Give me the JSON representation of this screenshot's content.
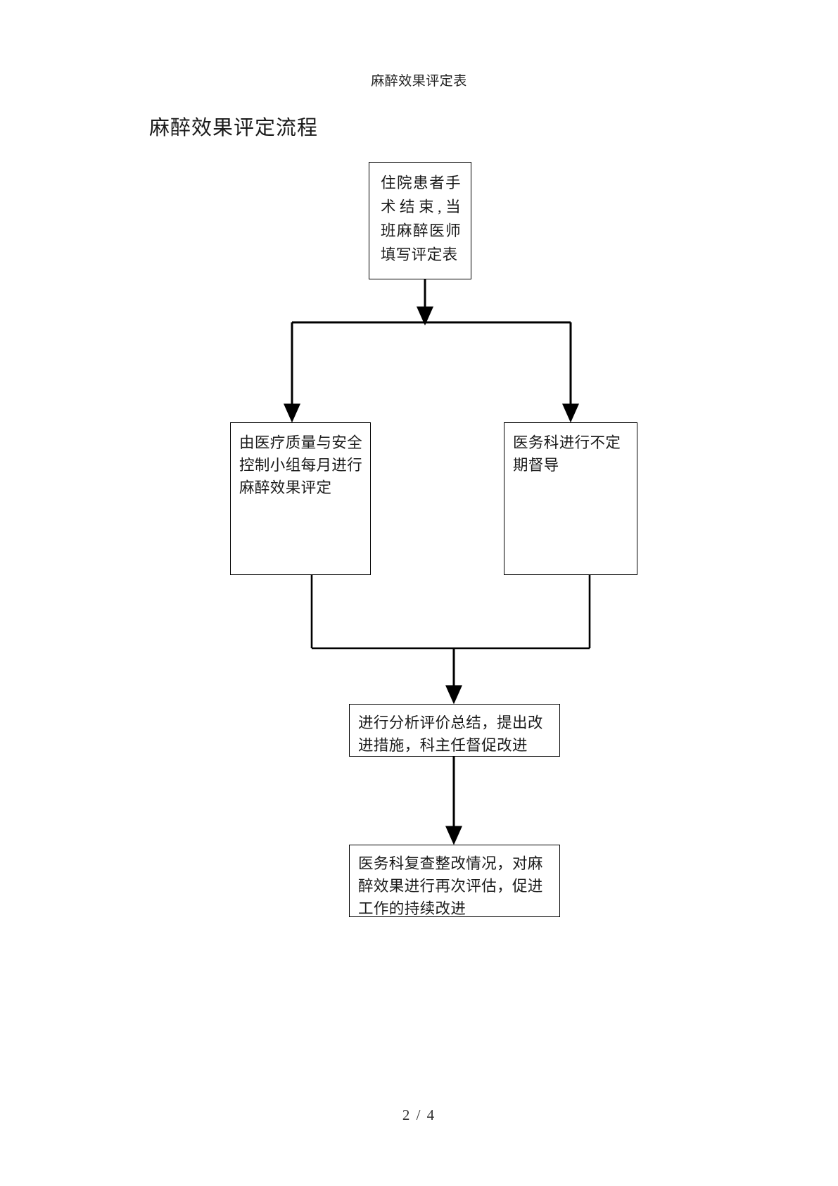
{
  "header": {
    "running_title": "麻醉效果评定表"
  },
  "title": {
    "text": "麻醉效果评定流程"
  },
  "flowchart": {
    "nodes": [
      {
        "id": "start",
        "text": "住院患者手术结束,当班麻醉医师填写评定表"
      },
      {
        "id": "quality",
        "text": "由医疗质量与安全控制小组每月进行麻醉效果评定"
      },
      {
        "id": "supervise",
        "text": "医务科进行不定期督导"
      },
      {
        "id": "analyze",
        "text": "进行分析评价总结，提出改进措施，科主任督促改进"
      },
      {
        "id": "review",
        "text": "医务科复查整改情况，对麻醉效果进行再次评估，促进工作的持续改进"
      }
    ],
    "edges": [
      {
        "from": "start",
        "to": "quality"
      },
      {
        "from": "start",
        "to": "supervise"
      },
      {
        "from": "quality",
        "to": "analyze"
      },
      {
        "from": "supervise",
        "to": "analyze"
      },
      {
        "from": "analyze",
        "to": "review"
      }
    ],
    "line_color": "#000000"
  },
  "footer": {
    "page_indicator": "2 / 4"
  }
}
